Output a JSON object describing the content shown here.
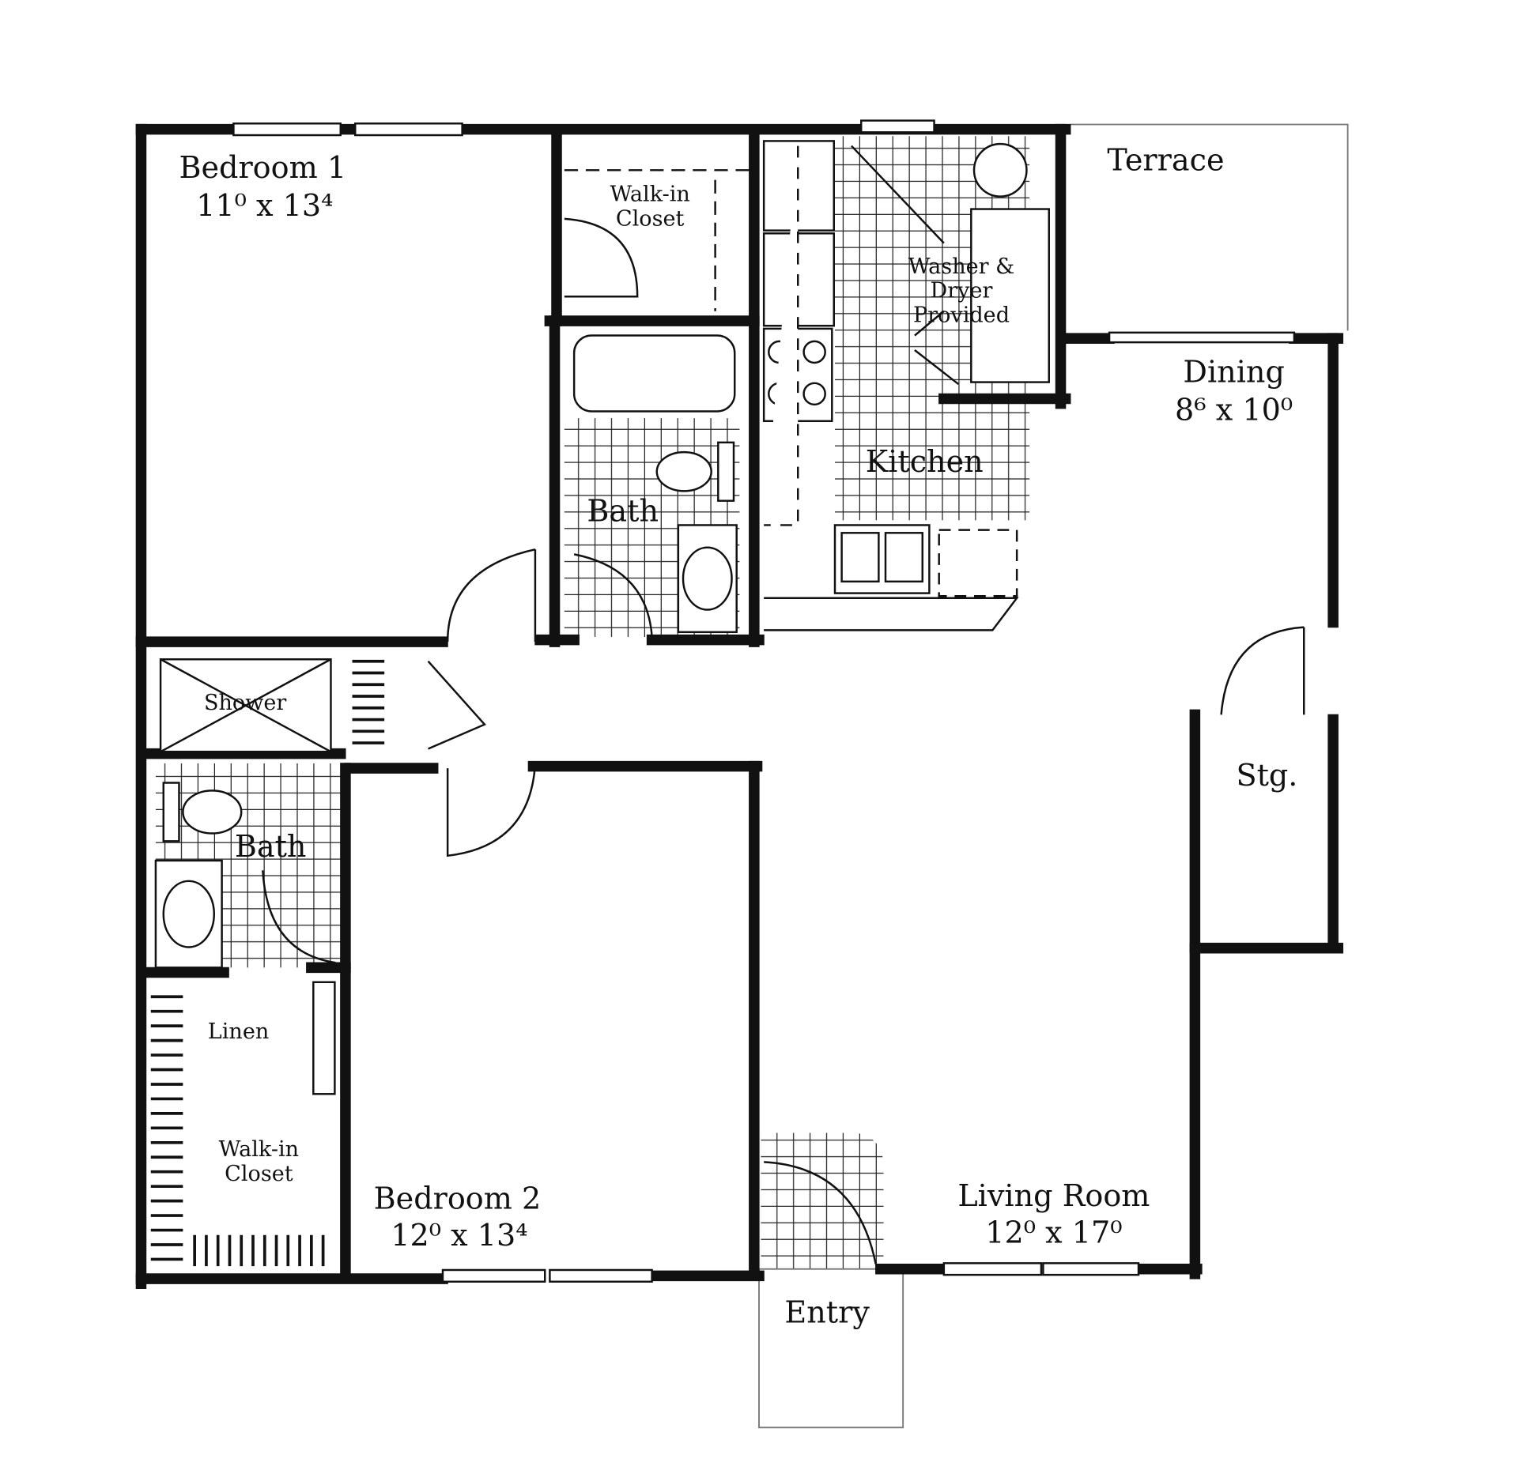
{
  "colors": {
    "wall": "#111111",
    "background": "#ffffff",
    "thin": "#555555"
  },
  "rooms": {
    "bedroom1": {
      "name": "Bedroom 1",
      "size": "11⁰ x 13⁴"
    },
    "walkin1": {
      "line1": "Walk-in",
      "line2": "Closet"
    },
    "bath1": {
      "name": "Bath"
    },
    "kitchen": {
      "name": "Kitchen"
    },
    "laundry": {
      "line1": "Washer &",
      "line2": "Dryer",
      "line3": "Provided"
    },
    "terrace": {
      "name": "Terrace"
    },
    "dining": {
      "name": "Dining",
      "size": "8⁶ x 10⁰"
    },
    "storage": {
      "name": "Stg."
    },
    "shower": {
      "name": "Shower"
    },
    "bath2": {
      "name": "Bath"
    },
    "linen": {
      "name": "Linen"
    },
    "walkin2": {
      "line1": "Walk-in",
      "line2": "Closet"
    },
    "bedroom2": {
      "name": "Bedroom 2",
      "size": "12⁰ x 13⁴"
    },
    "living": {
      "name": "Living Room",
      "size": "12⁰ x 17⁰"
    },
    "entry": {
      "name": "Entry"
    }
  }
}
